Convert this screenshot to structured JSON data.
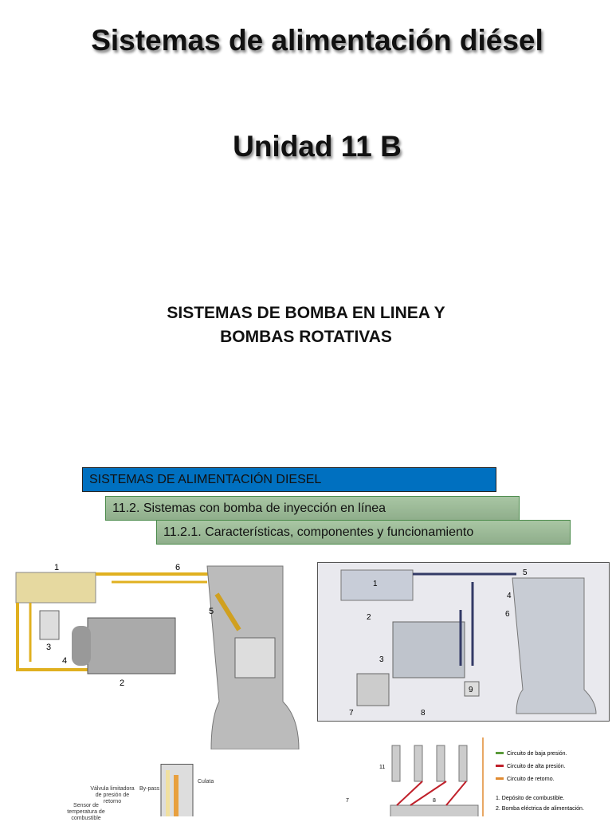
{
  "title": "Sistemas de alimentación diésel",
  "unit": "Unidad 11 B",
  "subtitle": [
    "SISTEMAS DE BOMBA EN LINEA Y",
    "BOMBAS ROTATIVAS"
  ],
  "breadcrumb": {
    "level1": "SISTEMAS DE ALIMENTACIÓN DIESEL",
    "level2": "11.2. Sistemas con bomba de inyección en línea",
    "level3": "11.2.1. Características, componentes y funcionamiento"
  },
  "colors": {
    "level1": "#0070c0",
    "level2": "#9dbb99",
    "text": "#111111"
  },
  "diagram_left": {
    "labels": [
      "1",
      "6",
      "5",
      "3",
      "4",
      "2"
    ]
  },
  "diagram_right": {
    "labels": [
      "1",
      "5",
      "4",
      "2",
      "6",
      "3",
      "7",
      "8",
      "9"
    ]
  },
  "diagram_bottom_left": {
    "labels": [
      "Válvula limitadora de presión de retorno",
      "By-pass",
      "Culata",
      "Sensor de temperatura de combustible"
    ]
  },
  "diagram_bottom_right": {
    "labels": [
      "11",
      "7",
      "8"
    ],
    "legend": [
      "Circuito de baja presión.",
      "Circuito de alta presión.",
      "Circuito de retorno."
    ],
    "legend_colors": [
      "#5a9a3a",
      "#c0202a",
      "#e08a30"
    ],
    "list": [
      "1. Depósito de combustible.",
      "2. Bomba eléctrica de alimentación."
    ]
  }
}
